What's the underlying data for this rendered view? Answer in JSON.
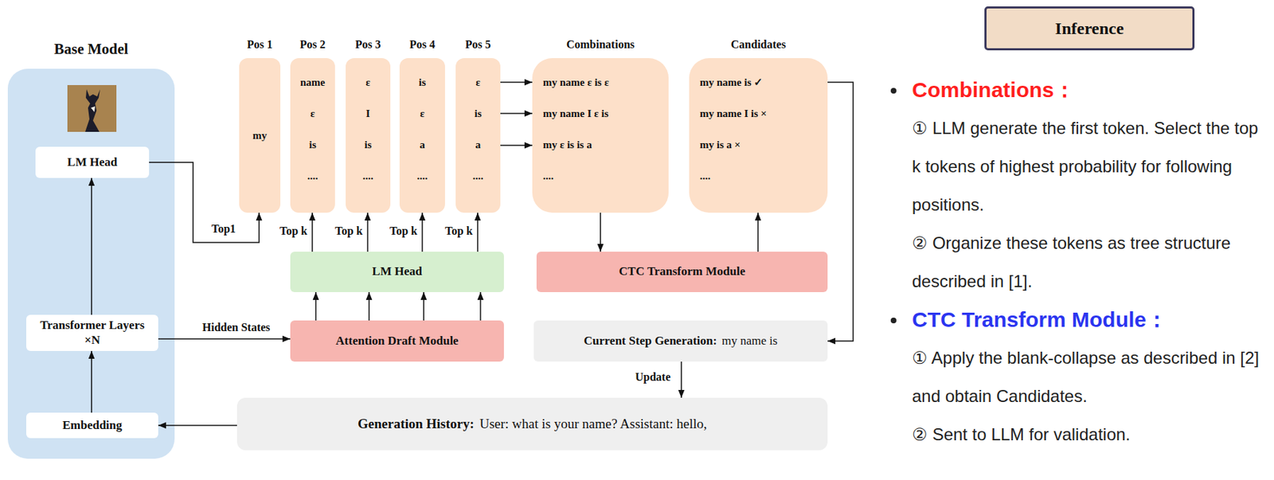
{
  "diagram": {
    "nodes": [
      {
        "text": [
          "Base Model"
        ]
      },
      {
        "text": [
          "LM Head"
        ],
        "in": 0
      },
      {
        "text": [
          "Transformer Layers ×N"
        ],
        "in": 0
      },
      {
        "text": [
          "Embedding"
        ],
        "in": 0
      },
      {
        "text": [
          "Pos 1",
          "my"
        ]
      },
      {
        "text": [
          "Pos 2",
          "name",
          "ε",
          "is",
          "...."
        ]
      },
      {
        "text": [
          "Pos 3",
          "ε",
          "I",
          "is",
          "...."
        ]
      },
      {
        "text": [
          "Pos 4",
          "is",
          "ε",
          "a",
          "...."
        ]
      },
      {
        "text": [
          "Pos 5",
          "ε",
          "is",
          "a",
          "...."
        ]
      },
      {
        "text": [
          "Combinations",
          "my name ε is ε",
          "my name I ε is",
          "my ε is is a",
          "...."
        ]
      },
      {
        "text": [
          "Candidates",
          "my name is ✓",
          "my name I is ×",
          "my is a ×",
          "...."
        ]
      },
      {
        "text": [
          "Inference"
        ]
      },
      {
        "text": [
          "LM Head"
        ]
      },
      {
        "text": [
          "CTC Transform Module"
        ]
      },
      {
        "text": [
          "Attention Draft Module"
        ]
      },
      {
        "text": [
          "Current Step Generation:",
          "my name is"
        ]
      },
      {
        "text": [
          "Generation History:",
          "User: what is your name? Assistant: hello,"
        ]
      }
    ],
    "edges": [
      {
        "from": 3,
        "to": 2,
        "arrow": "to"
      },
      {
        "from": 2,
        "to": 1,
        "arrow": "to"
      },
      {
        "from": 1,
        "to": 4,
        "arrow": "to",
        "label": "Top1"
      },
      {
        "from": 12,
        "to": 5,
        "arrow": "to",
        "label": "Top k"
      },
      {
        "from": 12,
        "to": 6,
        "arrow": "to",
        "label": "Top k"
      },
      {
        "from": 12,
        "to": 7,
        "arrow": "to",
        "label": "Top k"
      },
      {
        "from": 12,
        "to": 8,
        "arrow": "to",
        "label": "Top k"
      },
      {
        "from": 2,
        "to": 14,
        "arrow": "to",
        "label": "Hidden States"
      },
      {
        "from": 14,
        "to": 12,
        "arrow": "to"
      },
      {
        "from": 14,
        "to": 12,
        "arrow": "to"
      },
      {
        "from": 14,
        "to": 12,
        "arrow": "to"
      },
      {
        "from": 14,
        "to": 12,
        "arrow": "to"
      },
      {
        "from": 8,
        "to": 9,
        "arrow": "to"
      },
      {
        "from": 8,
        "to": 9,
        "arrow": "to"
      },
      {
        "from": 8,
        "to": 9,
        "arrow": "to"
      },
      {
        "from": 9,
        "to": 13,
        "arrow": "to"
      },
      {
        "from": 13,
        "to": 10,
        "arrow": "to"
      },
      {
        "from": 10,
        "to": 15,
        "arrow": "to"
      },
      {
        "from": 15,
        "to": 16,
        "arrow": "to",
        "label": "Update"
      },
      {
        "from": 16,
        "to": 3,
        "arrow": "to"
      }
    ],
    "labels": [
      "Combinations：",
      "① LLM generate the first token. Select the top k tokens of highest probability for following positions.",
      "② Organize these tokens as tree structure described in [1].",
      "CTC Transform Module：",
      "① Apply the blank-collapse as described in [2] and obtain Candidates.",
      "② Sent to LLM for validation."
    ]
  }
}
